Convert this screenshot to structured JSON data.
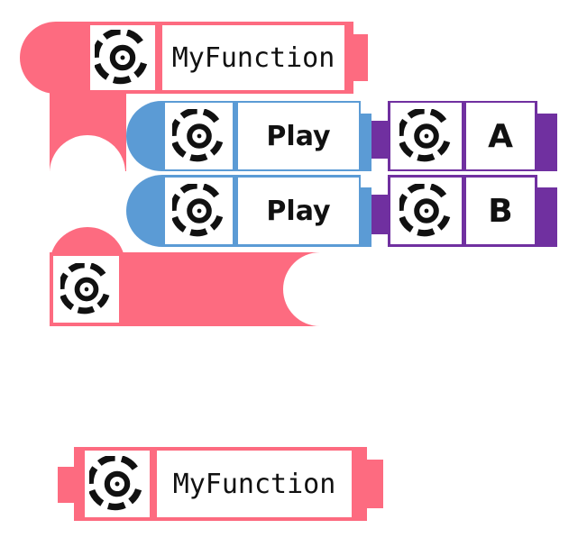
{
  "function_def": {
    "name": "MyFunction",
    "icon": "target-icon",
    "color": "#fd6b80"
  },
  "statements": [
    {
      "label": "Play",
      "icon": "target-icon",
      "color": "#5b9bd5",
      "argument": {
        "label": "A",
        "icon": "target-icon",
        "color": "#7030a0"
      }
    },
    {
      "label": "Play",
      "icon": "target-icon",
      "color": "#5b9bd5",
      "argument": {
        "label": "B",
        "icon": "target-icon",
        "color": "#7030a0"
      }
    }
  ],
  "function_end": {
    "icon": "target-icon",
    "color": "#fd6b80"
  },
  "function_call": {
    "name": "MyFunction",
    "icon": "target-icon",
    "color": "#fd6b80"
  }
}
